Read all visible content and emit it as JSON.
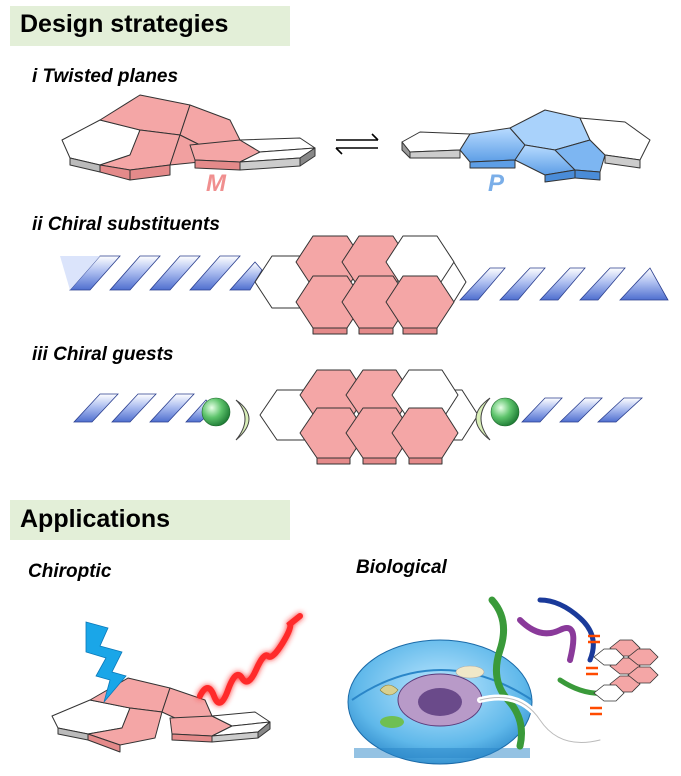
{
  "sections": {
    "design": {
      "title": "Design strategies"
    },
    "applications": {
      "title": "Applications"
    }
  },
  "strategies": [
    {
      "label": "i Twisted planes"
    },
    {
      "label": "ii Chiral substituents"
    },
    {
      "label": "iii Chiral guests"
    }
  ],
  "enantiomers": {
    "left": "M",
    "right": "P",
    "left_color": "#f08f8f",
    "right_color": "#7aaee8"
  },
  "applications": [
    {
      "label": "Chiroptic"
    },
    {
      "label": "Biological"
    }
  ],
  "colors": {
    "header_bg": "#e3efd8",
    "ring_red": "#f4a6a6",
    "ring_blue": "#8fc0f0",
    "helix_blue": "#6f8fd9",
    "guest_green": "#3fae5a",
    "light_wave": "#ff2a2a",
    "lightning": "#1aa6e8"
  }
}
